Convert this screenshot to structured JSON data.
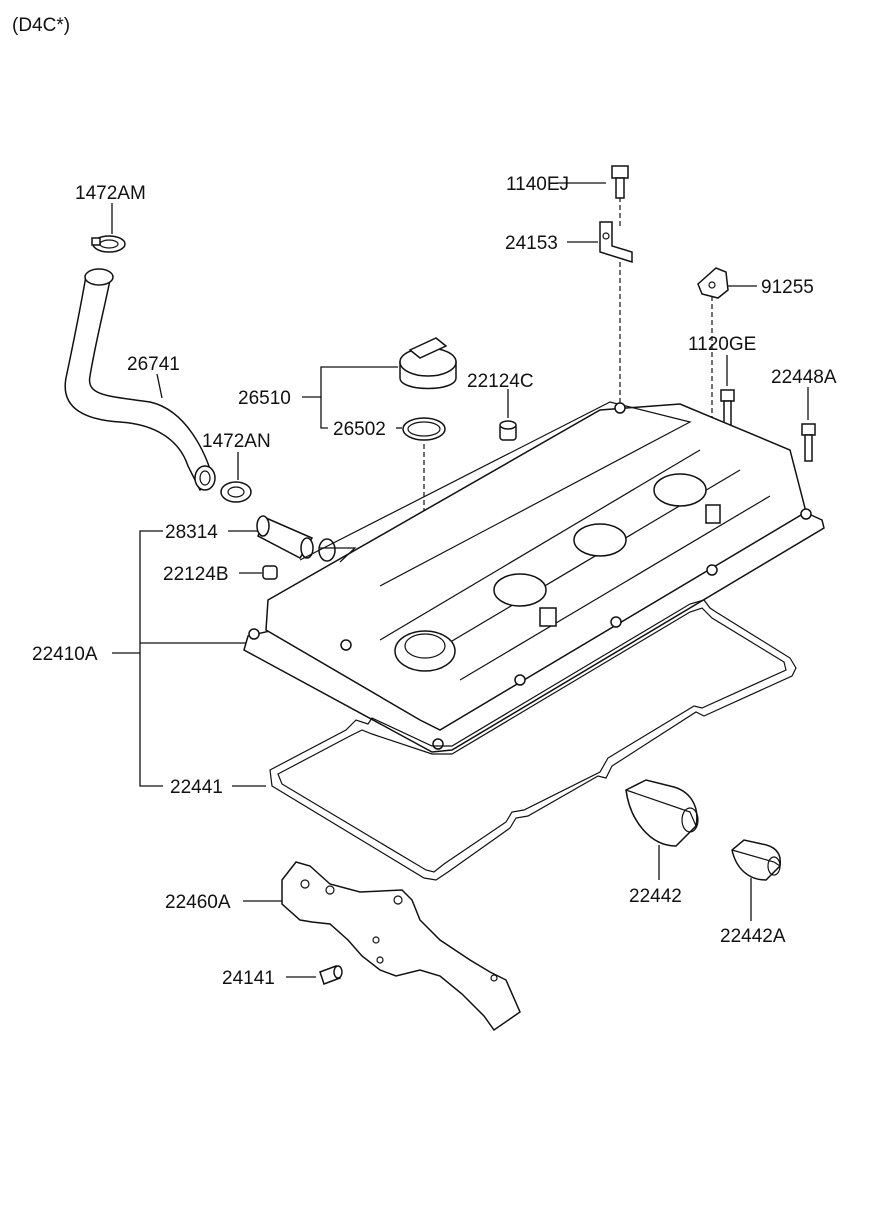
{
  "header": {
    "engine_code": "(D4C*)"
  },
  "labels": {
    "p1472AM": "1472AM",
    "p26741": "26741",
    "p1472AN": "1472AN",
    "p26510": "26510",
    "p26502": "26502",
    "p22124C": "22124C",
    "p1140EJ": "1140EJ",
    "p24153": "24153",
    "p91255": "91255",
    "p1120GE": "1120GE",
    "p22448A": "22448A",
    "p28314": "28314",
    "p22124B": "22124B",
    "p22410A": "22410A",
    "p22441": "22441",
    "p22442": "22442",
    "p22442A": "22442A",
    "p22460A": "22460A",
    "p24141": "24141"
  }
}
